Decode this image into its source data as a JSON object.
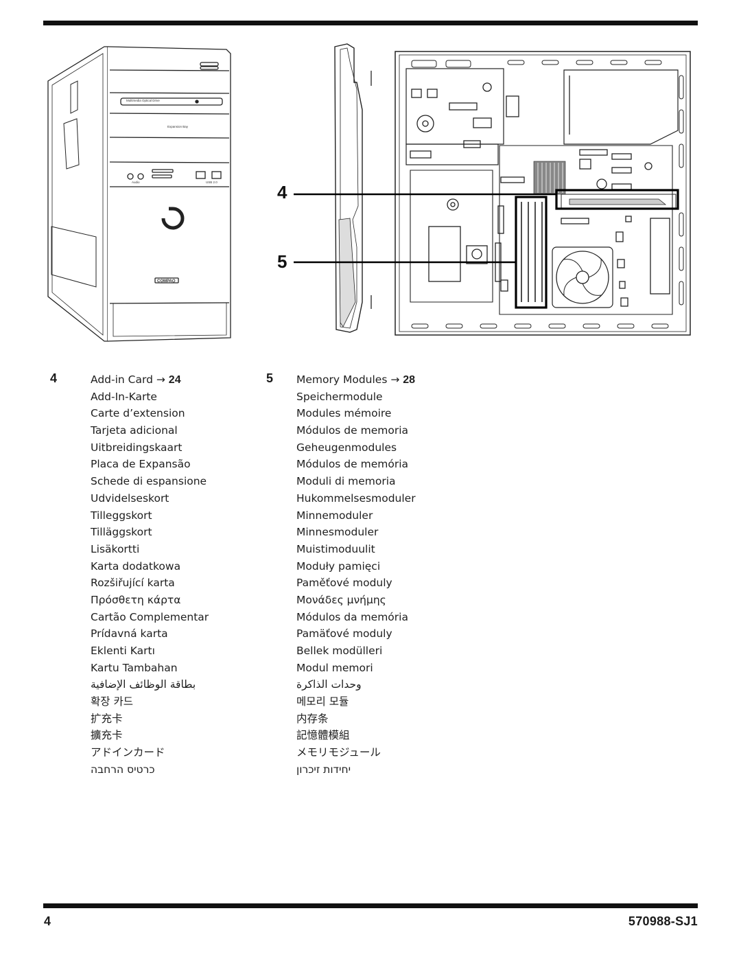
{
  "callouts": [
    {
      "number": "4",
      "label": "Add-in Card",
      "arrow": "→",
      "page": "24"
    },
    {
      "number": "5",
      "label": "Memory Modules",
      "arrow": "→",
      "page": "28"
    }
  ],
  "tower_text": {
    "optical_drive": "Multimedia Optical Drive",
    "expansion_bay": "Expansion Bay",
    "audio": "Audio",
    "usb": "USB 2.0",
    "brand": "COMPAQ"
  },
  "add_in_card_translations": [
    "Add-In-Karte",
    "Carte d’extension",
    "Tarjeta adicional",
    "Uitbreidingskaart",
    "Placa de Expansão",
    "Schede di espansione",
    "Udvidelseskort",
    "Tilleggskort",
    "Tilläggskort",
    "Lisäkortti",
    "Karta dodatkowa",
    "Rozšiřující karta",
    "Πρόσθετη κάρτα",
    "Cartão Complementar",
    "Prídavná karta",
    "Eklenti Kartı",
    "Kartu Tambahan",
    "بطاقة الوظائف الإضافية",
    "확장 카드",
    "扩充卡",
    "擴充卡",
    "アドインカード",
    "כרטיס הרחבה"
  ],
  "memory_module_translations": [
    "Speichermodule",
    "Modules mémoire",
    "Módulos de memoria",
    "Geheugenmodules",
    "Módulos de memória",
    "Moduli di memoria",
    "Hukommelsesmoduler",
    "Minnemoduler",
    "Minnesmoduler",
    "Muistimoduulit",
    "Moduły pamięci",
    "Paměťové moduly",
    "Μονάδες μνήμης",
    "Módulos da memória",
    "Pamäťové moduly",
    "Bellek modülleri",
    "Modul memori",
    "وحدات الذاكرة",
    "메모리 모듈",
    "内存条",
    "記憶體模組",
    "メモリモジュール",
    "יחידות זיכרון"
  ],
  "footer": {
    "page_number": "4",
    "document_code": "570988-SJ1"
  }
}
